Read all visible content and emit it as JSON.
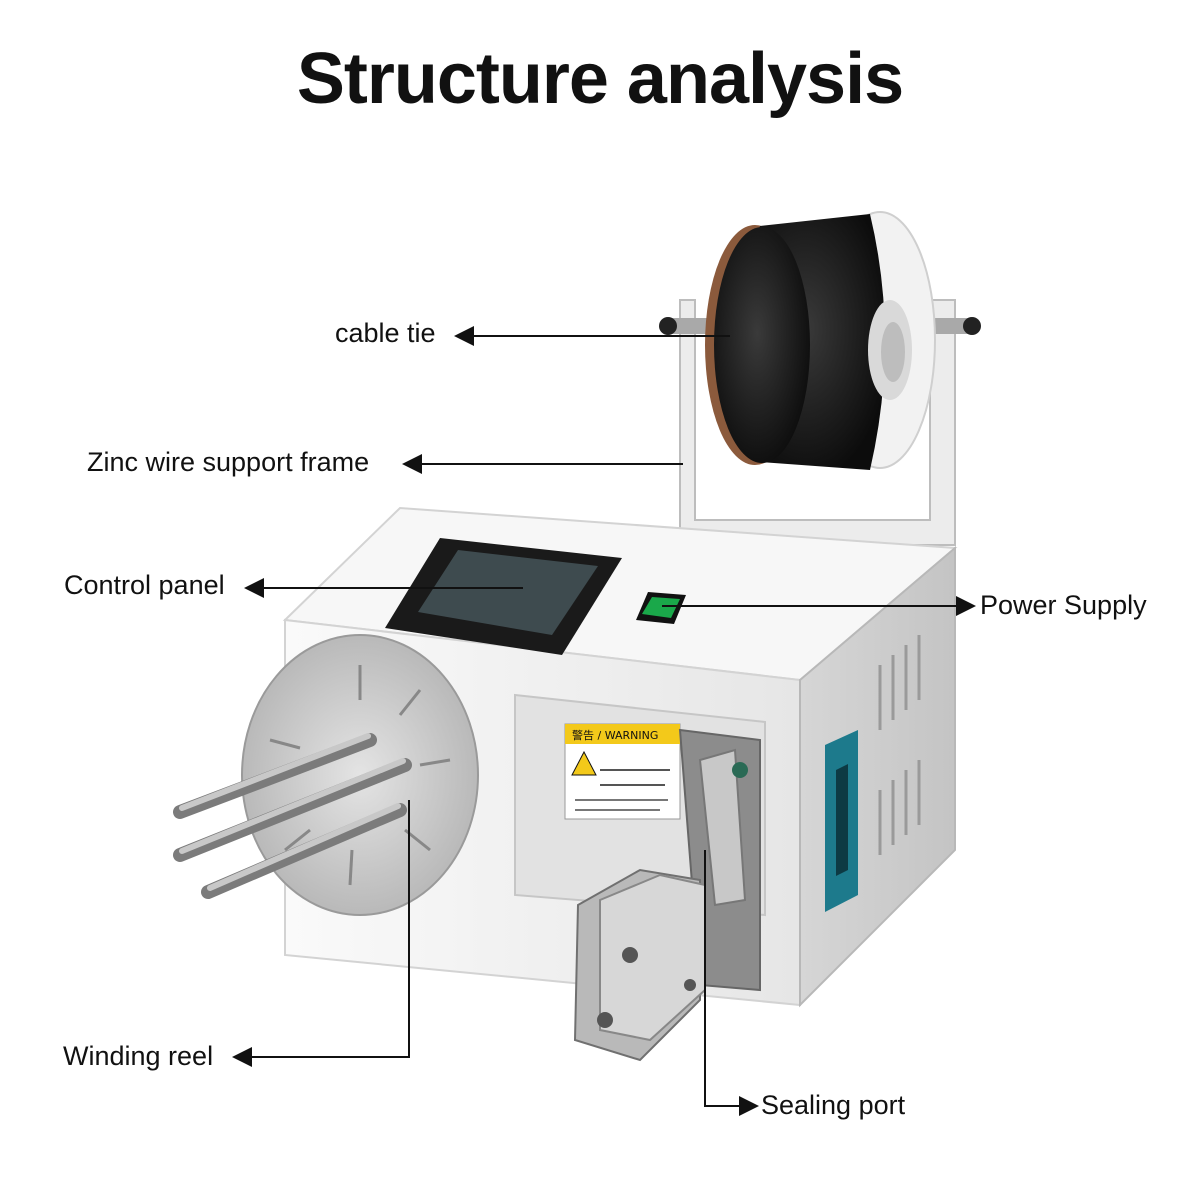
{
  "title": "Structure analysis",
  "labels": {
    "cable_tie": "cable tie",
    "zinc_frame": "Zinc wire support frame",
    "control_panel": "Control panel",
    "power_supply": "Power Supply",
    "winding_reel": "Winding reel",
    "sealing_port": "Sealing port"
  },
  "warning_sticker": {
    "line1": "警告 / WARNING"
  },
  "colors": {
    "machine_body": "#f4f4f4",
    "spool_wire": "#161616",
    "switch_green": "#1aa84a",
    "side_panel_accent": "#1d7a8c",
    "warning_yellow": "#f3c91a"
  }
}
